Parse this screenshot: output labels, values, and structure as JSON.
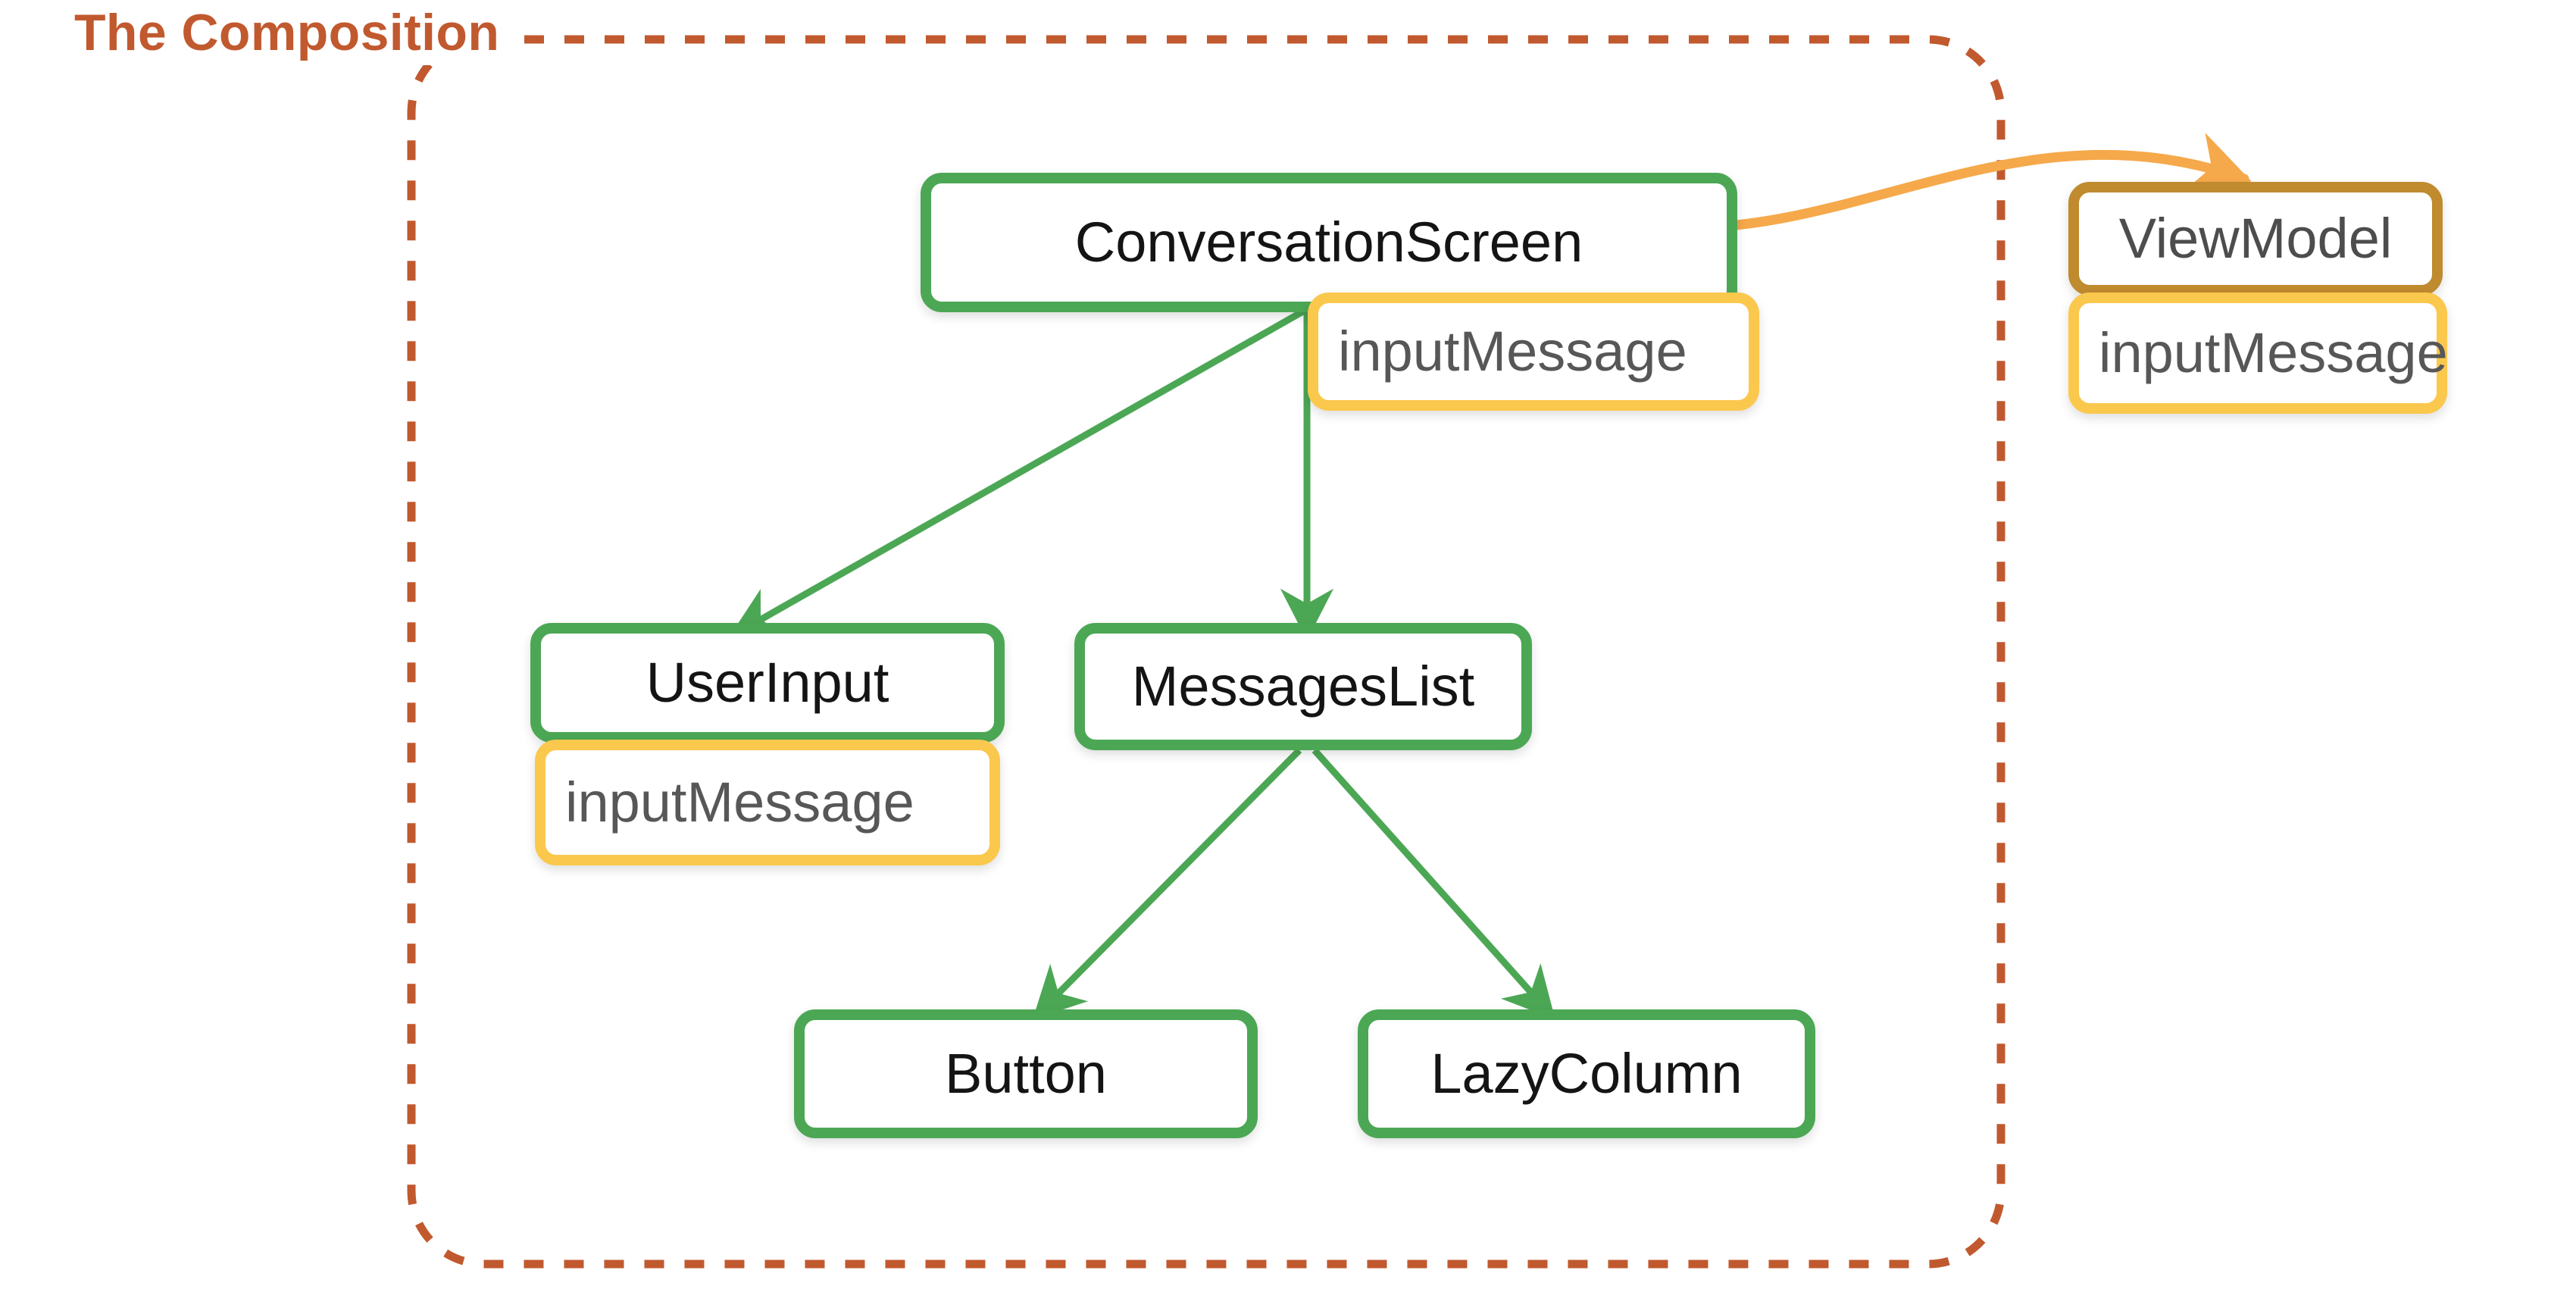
{
  "diagram": {
    "title_caption": "The Composition",
    "boundary": {
      "label": "The Composition",
      "style": "dashed",
      "color": "#C1592F"
    },
    "colors": {
      "composable_border": "#4CA755",
      "state_border": "#FBC84E",
      "viewmodel_border": "#C08A2E",
      "boundary": "#C1592F",
      "flow_arrow": "#F5A94B",
      "composition_arrow": "#4CA755",
      "node_fill": "#FFFFFF",
      "label_dark": "#141414",
      "label_gray": "#575757"
    },
    "nodes": [
      {
        "id": "conversation-screen",
        "label": "ConversationScreen",
        "kind": "composable"
      },
      {
        "id": "conversation-screen-state",
        "label": "inputMessage",
        "kind": "state"
      },
      {
        "id": "view-model",
        "label": "ViewModel",
        "kind": "viewmodel"
      },
      {
        "id": "view-model-state",
        "label": "inputMessage",
        "kind": "state"
      },
      {
        "id": "user-input",
        "label": "UserInput",
        "kind": "composable"
      },
      {
        "id": "user-input-state",
        "label": "inputMessage",
        "kind": "state"
      },
      {
        "id": "messages-list",
        "label": "MessagesList",
        "kind": "composable"
      },
      {
        "id": "button",
        "label": "Button",
        "kind": "composable"
      },
      {
        "id": "lazy-column",
        "label": "LazyColumn",
        "kind": "composable"
      }
    ],
    "edges": [
      {
        "from": "conversation-screen",
        "to": "user-input",
        "kind": "composition"
      },
      {
        "from": "conversation-screen",
        "to": "messages-list",
        "kind": "composition"
      },
      {
        "from": "messages-list",
        "to": "button",
        "kind": "composition"
      },
      {
        "from": "messages-list",
        "to": "lazy-column",
        "kind": "composition"
      },
      {
        "from": "conversation-screen",
        "to": "view-model",
        "kind": "state-flow"
      }
    ]
  }
}
